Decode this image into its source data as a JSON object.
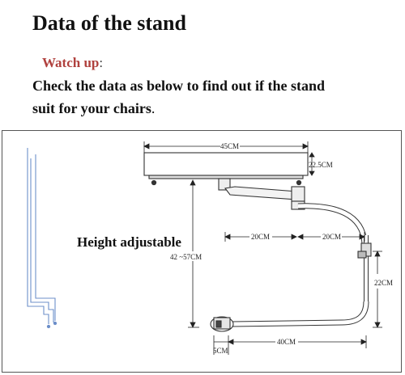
{
  "header": {
    "title": "Data of the stand",
    "watch_label": "Watch up",
    "watch_colon": ":",
    "line1": "Check the data as below to find out if the stand",
    "line2": "suit for your chairs",
    "line2_end": "."
  },
  "diagram": {
    "width_top": "45CM",
    "thickness": "22.5CM",
    "height_label": "Height adjustable",
    "height_range": "42 ~57CM",
    "arm_left": "20CM",
    "arm_right": "20CM",
    "vertical_right": "22CM",
    "base_length": "40CM",
    "base_foot": "5CM"
  }
}
